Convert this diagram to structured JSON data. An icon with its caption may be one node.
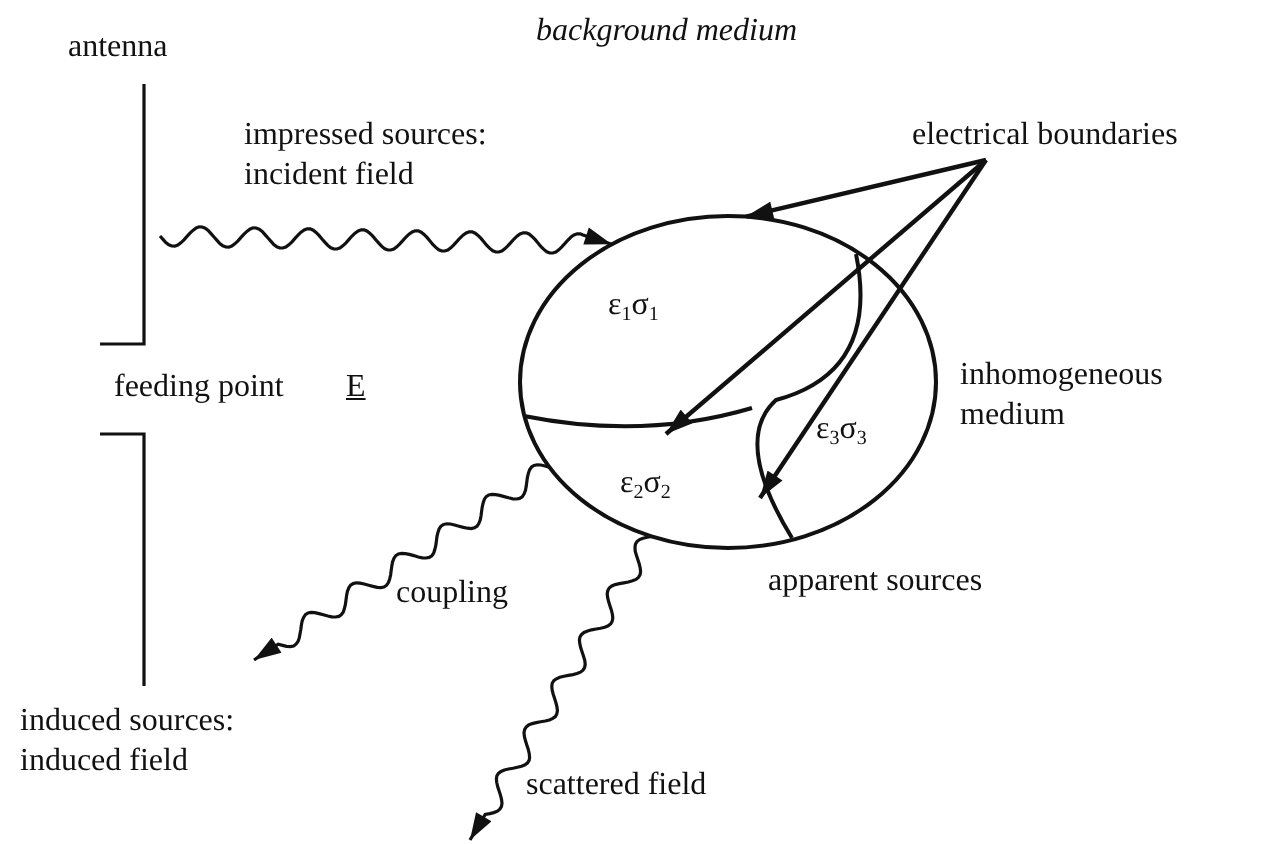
{
  "diagram": {
    "nodes": [
      {
        "text": [
          "electrical boundaries"
        ]
      },
      {
        "text": [],
        "shape": "ellipse",
        "beside": [
          "inhomogeneous medium"
        ]
      },
      {
        "text": [
          "antenna"
        ]
      }
    ],
    "edges": [
      {
        "from": 0,
        "to": 1,
        "arrow": "to"
      },
      {
        "from": 0,
        "to": 1,
        "arrow": "to"
      },
      {
        "from": 0,
        "to": 1,
        "arrow": "to"
      },
      {
        "from": 2,
        "to": 1,
        "arrow": "to"
      },
      {
        "from": 1,
        "to": null,
        "arrow": "to"
      },
      {
        "from": 1,
        "to": null,
        "arrow": "to"
      }
    ],
    "labels": [
      "background medium",
      "impressed sources: incident field",
      "ε$_{1}$σ$_{1}$",
      "feeding point",
      "E",
      "ε$_{3}$σ$_{3}$",
      "ε$_{2}$σ$_{2}$",
      "coupling",
      "apparent sources",
      "induced sources: induced field",
      "scattered field"
    ]
  }
}
